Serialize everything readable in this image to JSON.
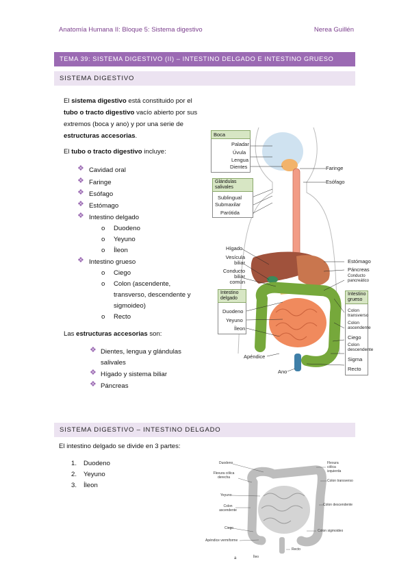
{
  "header": {
    "left": "Anatomía Humana II: Bloque 5: Sistema digestivo",
    "right": "Nerea Guillén"
  },
  "tema": "TEMA 39: SISTEMA DIGESTIVO (II) – INTESTINO DELGADO E INTESTINO GRUESO",
  "section1": {
    "title": "SISTEMA DIGESTIVO",
    "intro": {
      "p1_a": "El ",
      "p1_b": "sistema digestivo",
      "p1_c": " está constituido por el",
      "p2_a": "tubo o tracto digestivo",
      "p2_b": " vacío  abierto por sus",
      "p3": "extremos (boca y ano) y por una serie de",
      "p4_a": "estructuras  accesorias",
      "p4_b": "."
    },
    "tubo_line_a": "El ",
    "tubo_line_b": "tubo o tracto digestivo",
    "tubo_line_c": " incluye:",
    "tubo_items": [
      "Cavidad oral",
      "Faringe",
      "Esófago",
      "Estómago",
      "Intestino delgado"
    ],
    "delgado_sub": [
      "Duodeno",
      "Yeyuno",
      "Íleon"
    ],
    "grueso_item": "Intestino grueso",
    "grueso_sub": [
      "Ciego",
      "Colon (ascendente,",
      "transverso, descendente y",
      "sigmoideo)",
      "Recto"
    ],
    "accesorias_a": "Las ",
    "accesorias_b": "estructuras accesorias",
    "accesorias_c": " son:",
    "accesorias_items": [
      "Dientes, lengua y glándulas",
      "salivales",
      "Hígado y sistema biliar",
      "Páncreas"
    ]
  },
  "diagram1": {
    "boca": "Boca",
    "paladar": "Paladar",
    "uvula": "Úvula",
    "lengua": "Lengua",
    "dientes": "Dientes",
    "faringe": "Faringe",
    "esofago": "Esófago",
    "glandulas": "Glándulas salivales",
    "sublingual": "Sublingual",
    "submaxilar": "Submaxilar",
    "parotida": "Parótida",
    "higado": "Hígado",
    "vesicula": "Vesícula biliar",
    "conducto": "Conducto biliar común",
    "int_delgado": "Intestino delgado",
    "duodeno": "Duodeno",
    "yeyuno": "Yeyuno",
    "ileon": "Íleon",
    "apendice": "Apéndice",
    "ano": "Ano",
    "estomago": "Estómago",
    "pancreas": "Páncreas",
    "conducto_pan": "Conducto pancreático",
    "int_grueso": "Intestino grueso",
    "colon_t": "Colon transverso",
    "colon_a": "Colon ascendente",
    "ciego": "Ciego",
    "colon_d": "Colon descendente",
    "sigma": "Sigma",
    "recto": "Recto"
  },
  "section2": {
    "title": "SISTEMA DIGESTIVO – INTESTINO DELGADO",
    "intro": "El intestino delgado se divide en 3 partes:",
    "items": [
      "Duodeno",
      "Yeyuno",
      "Íleon"
    ],
    "nums": [
      "1.",
      "2.",
      "3."
    ]
  },
  "diagram2": {
    "duodeno": "Duodeno",
    "flexura_d": "Flexura cólica derecha",
    "yeyuno": "Yeyuno",
    "colon_asc": "Colon ascendente",
    "ciego": "Ciego",
    "apendice": "Apéndice vermiforme",
    "ileon": "Íleo",
    "a": "a",
    "flexura_i": "Flexura cólica izquierda",
    "colon_trans": "Colon transverso",
    "colon_desc": "Colon descendente",
    "colon_sig": "Colon sigmoideo",
    "recto": "Recto"
  },
  "colors": {
    "accent": "#9b6ab3",
    "section_bg": "#ece3f1",
    "header_text": "#7a3d8c"
  }
}
